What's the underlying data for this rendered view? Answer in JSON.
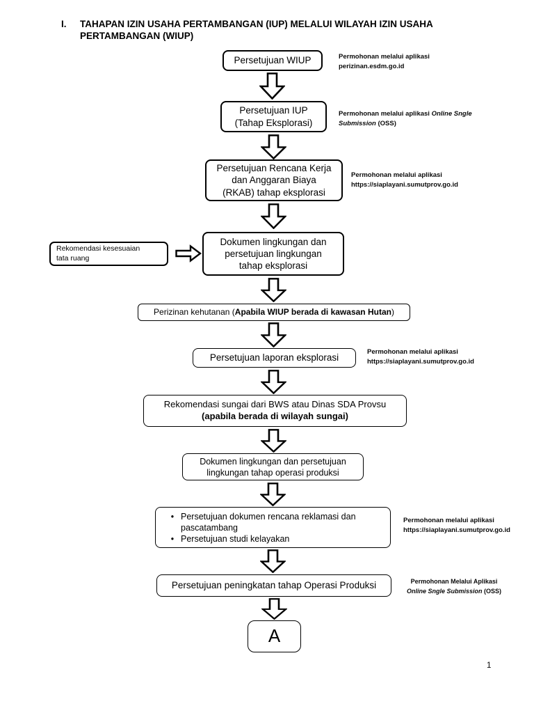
{
  "title": {
    "numeral": "I.",
    "line1": "TAHAPAN IZIN USAHA PERTAMBANGAN (IUP) MELALUI WILAYAH IZIN USAHA",
    "line2": "PERTAMBANGAN (WIUP)"
  },
  "flow": {
    "box1": {
      "label": "Persetujuan WIUP"
    },
    "box2": {
      "line1": "Persetujuan IUP",
      "line2": "(Tahap Eksplorasi)"
    },
    "box3": {
      "line1": "Persetujuan Rencana Kerja",
      "line2": "dan Anggaran Biaya",
      "line3": "(RKAB) tahap eksplorasi"
    },
    "box4": {
      "line1": "Dokumen lingkungan dan",
      "line2": "persetujuan lingkungan",
      "line3": "tahap eksplorasi"
    },
    "side_box": {
      "line1": "Rekomendasi kesesuaian",
      "line2": "tata ruang"
    },
    "box5": {
      "prefix": "Perizinan kehutanan (",
      "bold": "Apabila WIUP berada di kawasan Hutan",
      "suffix": ")"
    },
    "box6": {
      "label": "Persetujuan laporan eksplorasi"
    },
    "box7": {
      "line1": "Rekomendasi sungai dari BWS atau Dinas SDA Provsu",
      "line2": "(apabila berada di wilayah sungai)"
    },
    "box8": {
      "line1": "Dokumen lingkungan dan persetujuan",
      "line2": "lingkungan tahap operasi produksi"
    },
    "box9": {
      "bullet_glyph": "•",
      "b1_line1": "Persetujuan dokumen rencana reklamasi dan",
      "b1_line2": "pascatambang",
      "b2": "Persetujuan studi kelayakan"
    },
    "box10": {
      "label": "Persetujuan peningkatan tahap Operasi Produksi"
    },
    "terminal": {
      "label": "A"
    }
  },
  "notes": {
    "note1": {
      "line1": "Permohonan melalui aplikasi",
      "line2": "perizinan.esdm.go.id"
    },
    "note2": {
      "normal1": "Permohonan melalui aplikasi ",
      "italic1": "Online Sngle",
      "italic2": "Submission",
      "normal2": " (OSS)"
    },
    "note3": {
      "line1": "Permohonan melalui aplikasi",
      "line2": "https://siaplayani.sumutprov.go.id"
    },
    "note4": {
      "line1": "Permohonan melalui aplikasi",
      "line2": "https://siaplayani.sumutprov.go.id"
    },
    "note5": {
      "line1": "Permohonan melalui aplikasi",
      "line2": "https://siaplayani.sumutprov.go.id"
    },
    "note6": {
      "line1": "Permohonan Melalui Aplikasi",
      "italic": "Online Sngle Submission",
      "normal": " (OSS)"
    }
  },
  "page": {
    "number": "1"
  },
  "colors": {
    "ink": "#000000",
    "paper": "#ffffff"
  }
}
